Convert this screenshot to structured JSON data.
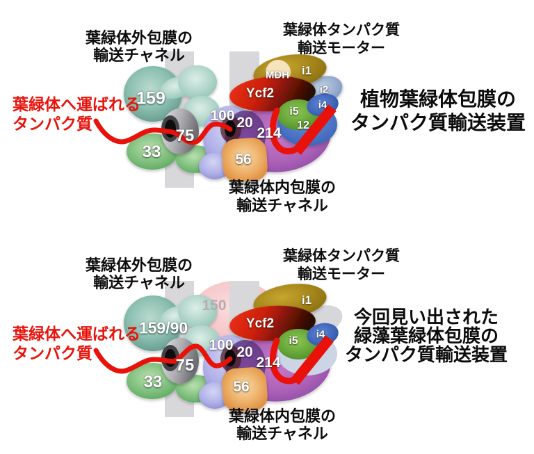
{
  "colors": {
    "accent_red": "#e8140c",
    "membrane_gray": "#d8d7d9",
    "teal_toc159": "#68a090",
    "green_toc33": "#5cab60",
    "gray_toc75": "#9a999d",
    "periwinkle_tic100": "#9193dd",
    "purple_tic214": "#ad62b8",
    "orange_tic56": "#eeb26a",
    "olive_i1": "#a8861a",
    "steel_i2": "#8fa9c9",
    "red_ycf2": "#c91f0a",
    "blue_i4": "#3f6cc0",
    "blue_tic12": "#4a76cc",
    "green_i5": "#5d9c32",
    "cream_mdh": "#f5e3bb",
    "ghost_pink_tic150": "#f3bcc0"
  },
  "top": {
    "outer_channel": [
      "葉緑体外包膜の",
      "輸送チャネル"
    ],
    "motor": [
      "葉緑体タンパク質",
      "輸送モーター"
    ],
    "cargo": [
      "葉緑体へ運ばれる",
      "タンパク質"
    ],
    "inner_channel": [
      "葉緑体内包膜の",
      "輸送チャネル"
    ],
    "caption": [
      "植物葉緑体包膜の",
      "タンパク質輸送装置"
    ],
    "labels": {
      "toc159": "159",
      "toc75": "75",
      "toc33": "33",
      "tic100": "100",
      "tic20": "20",
      "tic214": "214",
      "tic56": "56",
      "mdh": "MDH",
      "ycf2": "Ycf2",
      "i1": "i1",
      "i2": "i2",
      "i4": "i4",
      "i5": "i5",
      "tic12": "12"
    }
  },
  "bottom": {
    "outer_channel": [
      "葉緑体外包膜の",
      "輸送チャネル"
    ],
    "motor": [
      "葉緑体タンパク質",
      "輸送モーター"
    ],
    "cargo": [
      "葉緑体へ運ばれる",
      "タンパク質"
    ],
    "inner_channel": [
      "葉緑体内包膜の",
      "輸送チャネル"
    ],
    "caption": [
      "今回見い出された",
      "緑藻葉緑体包膜の",
      "タンパク質輸送装置"
    ],
    "labels": {
      "toc159": "159/90",
      "tic150": "150",
      "toc75": "75",
      "toc33": "33",
      "tic100": "100",
      "tic20": "20",
      "tic214": "214",
      "tic56": "56",
      "ycf2": "Ycf2",
      "i1": "i1",
      "i4": "i4",
      "i5": "i5"
    }
  }
}
